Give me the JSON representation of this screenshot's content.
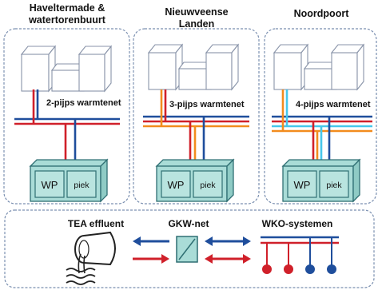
{
  "colors": {
    "red": "#d0202a",
    "blue": "#1f4e9c",
    "orange": "#f28c1e",
    "lightblue": "#46c7ea",
    "building_outline": "#8893a8",
    "unit_fill": "#a9dcd7",
    "unit_outline": "#2f6f73",
    "panel_border": "#7a8fb0"
  },
  "districts": [
    {
      "title_line1": "Haveltermade &",
      "title_line2": "watertorenbuurt",
      "network_label": "2-pijps warmtenet",
      "wp_label": "WP",
      "piek_label": "piek"
    },
    {
      "title_line1": "Nieuwveense",
      "title_line2": "Landen",
      "network_label": "3-pijps warmtenet",
      "wp_label": "WP",
      "piek_label": "piek"
    },
    {
      "title_line1": "Noordpoort",
      "title_line2": "",
      "network_label": "4-pijps warmtenet",
      "wp_label": "WP",
      "piek_label": "piek"
    }
  ],
  "bottom": {
    "tea_label": "TEA effluent",
    "gkw_label": "GKW-net",
    "wko_label": "WKO-systemen"
  },
  "icons": {
    "building": "building-icon",
    "heat_pump_unit": "heat-pump-unit-icon",
    "effluent_outlet": "effluent-pipe-icon",
    "heat_exchanger": "heat-exchanger-icon",
    "wells": "wko-well-icon"
  }
}
